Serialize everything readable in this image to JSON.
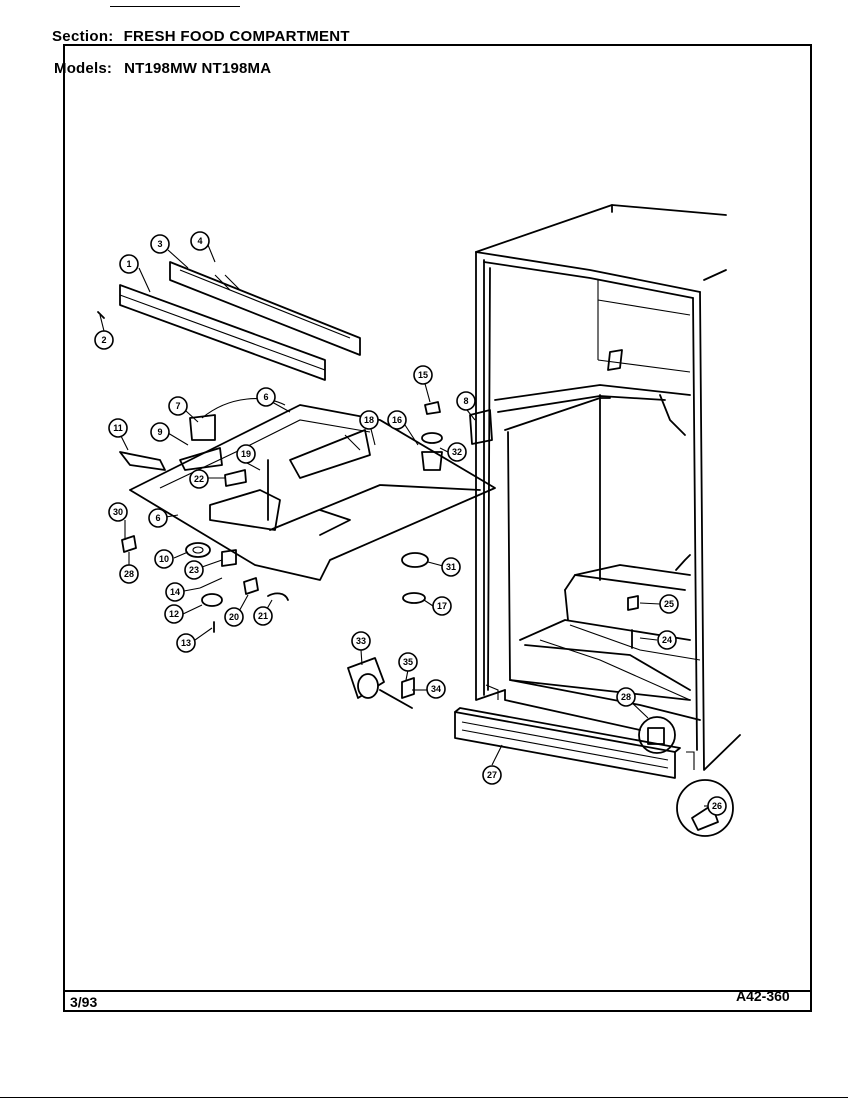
{
  "header": {
    "section_label": "Section:",
    "section_value": "FRESH FOOD COMPARTMENT",
    "models_label": "Models:",
    "models_value": "NT198MW NT198MA"
  },
  "footer": {
    "date": "3/93",
    "diagram_code": "A42-360"
  },
  "callouts": [
    "1",
    "2",
    "3",
    "4",
    "6",
    "7",
    "8",
    "9",
    "10",
    "11",
    "12",
    "13",
    "14",
    "15",
    "16",
    "17",
    "18",
    "19",
    "20",
    "21",
    "22",
    "23",
    "24",
    "25",
    "26",
    "27",
    "28",
    "30",
    "31",
    "32",
    "33",
    "34",
    "35"
  ]
}
